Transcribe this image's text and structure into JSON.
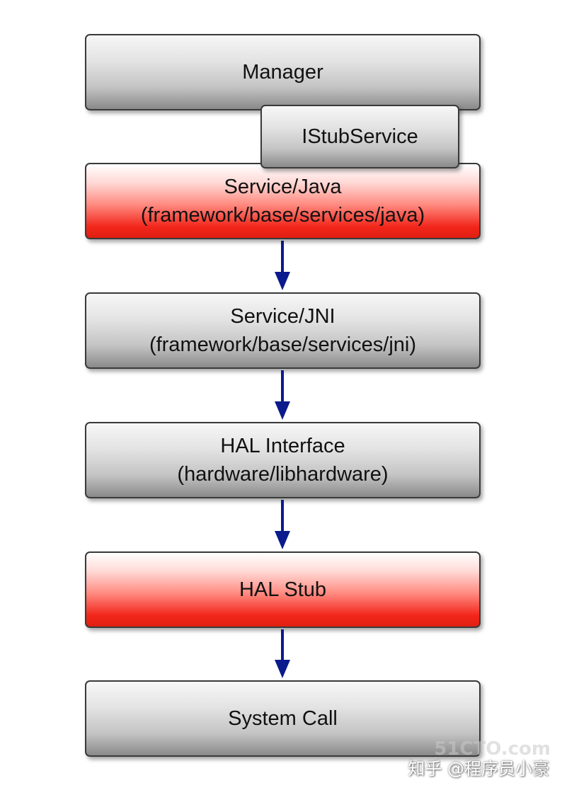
{
  "colors": {
    "gray_box": "#c4c4c4",
    "red_box": "#f2261b",
    "border": "#3a3a3a",
    "arrow": "#0b1a8c"
  },
  "boxes": {
    "manager": {
      "line1": "Manager"
    },
    "istub": {
      "line1": "IStubService"
    },
    "service_java": {
      "line1": "Service/Java",
      "line2": "(framework/base/services/java)"
    },
    "service_jni": {
      "line1": "Service/JNI",
      "line2": "(framework/base/services/jni)"
    },
    "hal_interface": {
      "line1": "HAL Interface",
      "line2": "(hardware/libhardware)"
    },
    "hal_stub": {
      "line1": "HAL Stub"
    },
    "system_call": {
      "line1": "System Call"
    }
  },
  "watermark": {
    "site": "51CTO.com",
    "text": "知乎 @程序员小豪"
  }
}
